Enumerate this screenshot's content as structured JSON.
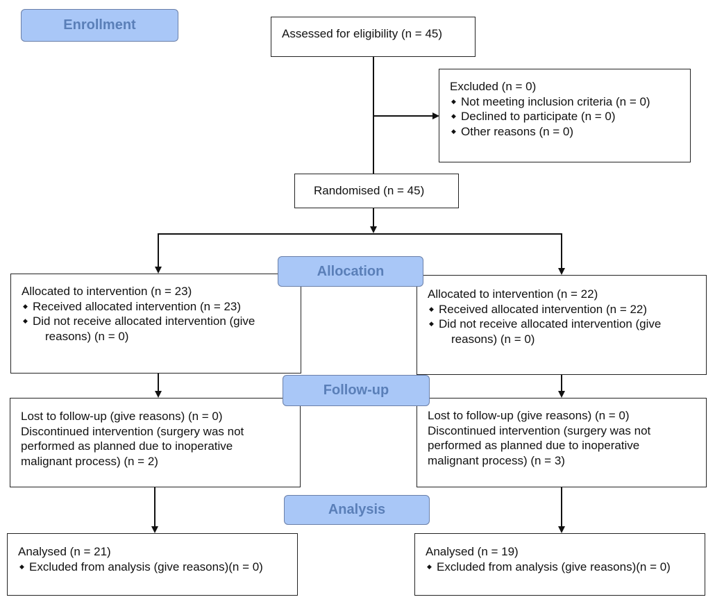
{
  "stages": {
    "enrollment": "Enrollment",
    "allocation": "Allocation",
    "follow_up": "Follow-up",
    "analysis": "Analysis"
  },
  "assessed": "Assessed for eligibility (n = 45)",
  "excluded": {
    "title": "Excluded (n = 0)",
    "items": [
      "Not meeting inclusion criteria (n = 0)",
      "Declined to participate (n = 0)",
      "Other reasons (n = 0)"
    ]
  },
  "randomised": "Randomised (n = 45)",
  "left": {
    "allocation": {
      "title": "Allocated to intervention (n = 23)",
      "received": "Received allocated intervention (n = 23)",
      "not_received_1": "Did not receive allocated intervention (give",
      "not_received_2": "reasons) (n = 0)"
    },
    "follow_up": {
      "lines": [
        "Lost to follow-up (give reasons) (n = 0)",
        "Discontinued intervention (surgery was not",
        "performed as planned due to inoperative",
        "malignant process) (n = 2)"
      ]
    },
    "analysis": {
      "title": "Analysed (n = 21)",
      "excluded": "Excluded from analysis (give reasons)(n = 0)"
    }
  },
  "right": {
    "allocation": {
      "title": "Allocated to intervention (n = 22)",
      "received": "Received allocated intervention (n = 22)",
      "not_received_1": "Did not receive allocated intervention (give",
      "not_received_2": "reasons) (n = 0)"
    },
    "follow_up": {
      "lines": [
        "Lost to follow-up (give reasons) (n = 0)",
        "Discontinued intervention (surgery was not",
        "performed as planned due to inoperative",
        "malignant process) (n = 3)"
      ]
    },
    "analysis": {
      "title": "Analysed (n = 19)",
      "excluded": "Excluded from analysis (give reasons)(n = 0)"
    }
  }
}
